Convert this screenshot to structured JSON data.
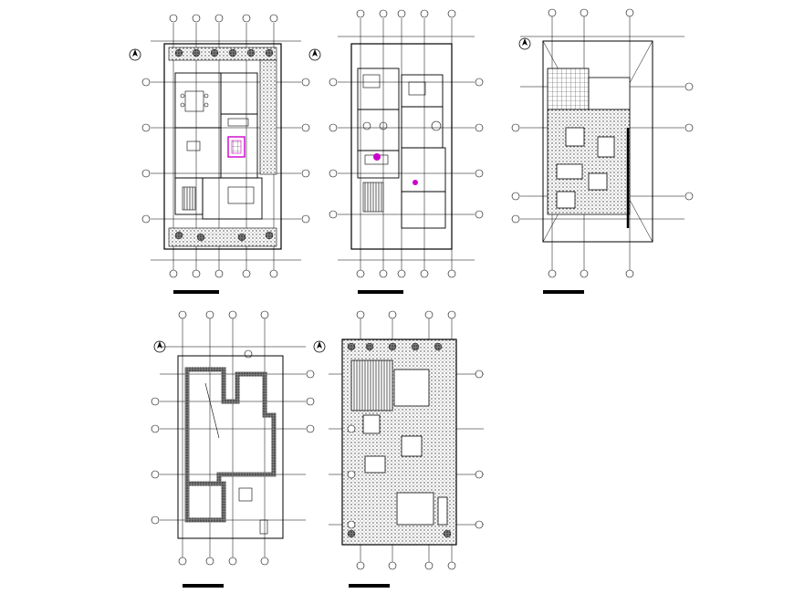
{
  "colors": {
    "background": "#ffffff",
    "line": "#000000",
    "accent": "#cc00cc",
    "hatch": "#333333"
  },
  "sheets": [
    {
      "id": "plan-1",
      "caption_label": "",
      "north_icon": "north-arrow-icon"
    },
    {
      "id": "plan-2",
      "caption_label": "",
      "north_icon": "north-arrow-icon"
    },
    {
      "id": "plan-3",
      "caption_label": "",
      "north_icon": "north-arrow-icon"
    },
    {
      "id": "plan-4",
      "caption_label": "",
      "north_icon": "north-arrow-icon"
    },
    {
      "id": "plan-5",
      "caption_label": "",
      "north_icon": "north-arrow-icon"
    }
  ]
}
